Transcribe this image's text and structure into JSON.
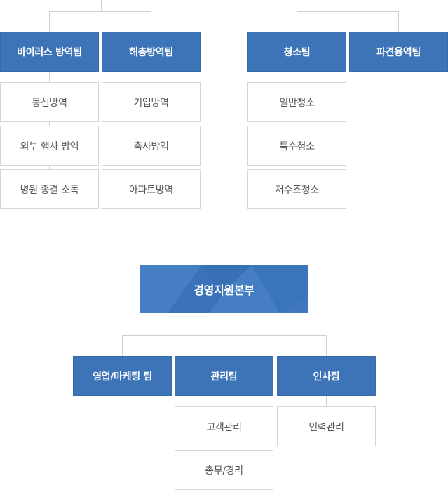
{
  "colors": {
    "team_fill": "#3d74b8",
    "connector": "#cfcfcf",
    "sub_text": "#555555"
  },
  "left_group": {
    "teams": [
      {
        "name": "바이러스 방역팀",
        "subs": [
          "동선방역",
          "외부 행사 방역",
          "병원 종결 소독"
        ]
      },
      {
        "name": "해충방역팀",
        "subs": [
          "기업방역",
          "축사방역",
          "아파트방역"
        ]
      }
    ]
  },
  "right_group": {
    "teams": [
      {
        "name": "청소팀",
        "subs": [
          "일반청소",
          "특수청소",
          "저수조청소"
        ]
      },
      {
        "name": "파견용역팀",
        "subs": []
      }
    ]
  },
  "hq": {
    "name": "경영지원본부"
  },
  "bottom_group": {
    "teams": [
      {
        "name": "영업/마케팅 팀",
        "subs": []
      },
      {
        "name": "관리팀",
        "subs": [
          "고객관리",
          "총무/경리"
        ]
      },
      {
        "name": "인사팀",
        "subs": [
          "인력관리"
        ]
      }
    ]
  }
}
